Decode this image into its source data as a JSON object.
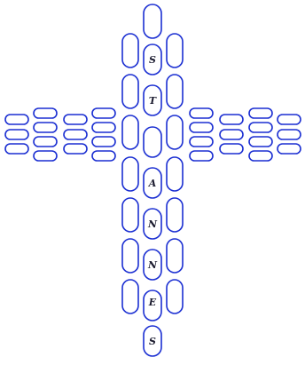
{
  "artwork": {
    "letters": [
      "S",
      "T",
      "A",
      "N",
      "N",
      "E",
      "S"
    ],
    "stroke_color": "#1b2fd2",
    "letter_color": "#1a1a2e",
    "background": "#ffffff"
  }
}
